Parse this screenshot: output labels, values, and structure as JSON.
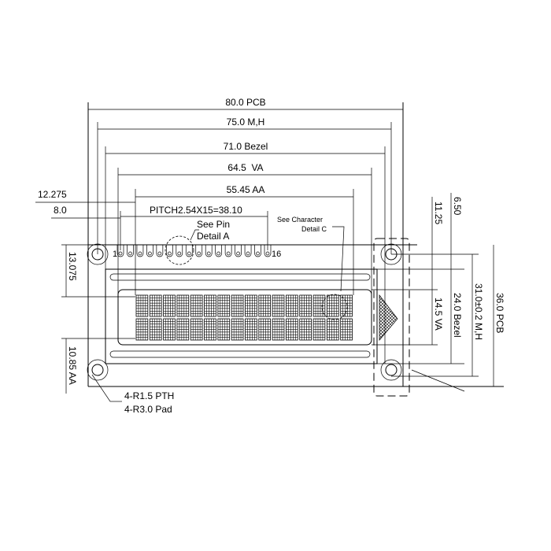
{
  "dimensions": {
    "pcb_width": "80.0 PCB",
    "mh_width": "75.0 M,H",
    "bezel_width": "71.0 Bezel",
    "va_width": "64.5  VA",
    "aa_width": "55.45 AA",
    "offset_aa": "12.275",
    "offset_pin": "8.0",
    "pitch": "PITCH2.54X15=38.10",
    "top_aa": "13.075",
    "aa_height": "10.85 AA",
    "top_va": "11.25",
    "top_bezel": "6.50",
    "va_height": "14.5 VA",
    "bezel_height": "24.0 Bezel",
    "mh_height": "31.0±0.2 M,H",
    "pcb_height": "36.0 PCB"
  },
  "callouts": {
    "pin_detail_1": "See Pin",
    "pin_detail_2": "Detail A",
    "char_detail_1": "See Character",
    "char_detail_2": "Detail C",
    "hole_1": "4-R1.5 PTH",
    "hole_2": "4-R3.0 Pad"
  },
  "pins": {
    "first": "1",
    "last": "16",
    "count": 16
  },
  "display": {
    "columns": 16,
    "rows": 2
  }
}
